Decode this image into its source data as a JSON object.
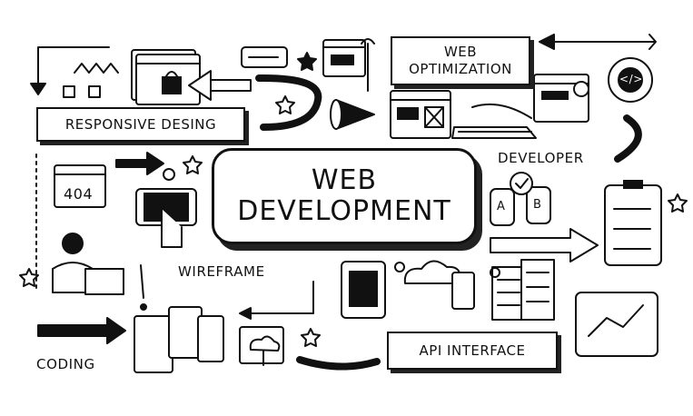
{
  "main_title": {
    "line1": "WEB",
    "line2": "DEVELOPMENT"
  },
  "labels": {
    "responsive": "RESPONSIVE DESING",
    "optimization_line1": "WEB",
    "optimization_line2": "OPTIMIZATION",
    "developer": "DEVELOPER",
    "wireframe": "WIREFRAME",
    "api": "API INTERFACE",
    "coding": "CODING",
    "error_code": "404",
    "code_tag": "</>",
    "choice_a": "A",
    "choice_b": "B"
  },
  "colors": {
    "ink": "#111111",
    "paper": "#ffffff",
    "shadow": "#222222"
  }
}
